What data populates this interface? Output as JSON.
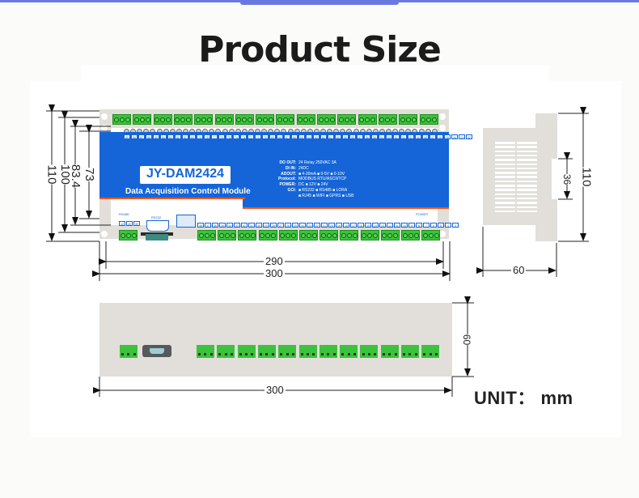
{
  "header": {
    "title": "Product Size"
  },
  "device": {
    "model": "JY-DAM2424",
    "subtitle": "Data Acquisition Control Module",
    "specs": [
      {
        "label": "DO OUT:",
        "value": "24 Relay 250VAC 3A"
      },
      {
        "label": "DI IN:",
        "value": "24DC"
      },
      {
        "label": "ADOUT:",
        "value": "■ 4-20mA ■ 0-5V ■ 0-10V"
      },
      {
        "label": "Protocol:",
        "value": "MODBUS RTU/ASCII/TCP"
      },
      {
        "label": "POWER:",
        "value": "DC ■ 12V ■ 24V"
      },
      {
        "label": "GCI:",
        "value": "■ RS232 ■ RS485 ■ LORA"
      },
      {
        "label": "",
        "value": "■ RJ45 ■ WIFI ■ GPRS ■ USB"
      }
    ],
    "ports": {
      "rs485": "RS485",
      "rs232": "RS232",
      "power": "POWER"
    }
  },
  "dimensions": {
    "front_heights": [
      "110",
      "100",
      "83.4",
      "73"
    ],
    "front_widths": [
      "290",
      "300"
    ],
    "side_height": "110",
    "side_inner": "36",
    "side_depth": "60",
    "bottom_height": "60",
    "bottom_width": "300"
  },
  "unit_label": "UNIT： mm",
  "colors": {
    "accent": "#6a78e2",
    "device_blue": "#1565d8",
    "terminal_green": "#3cc23c",
    "housing": "#e2dfda",
    "stripe": "#f05a1a"
  }
}
